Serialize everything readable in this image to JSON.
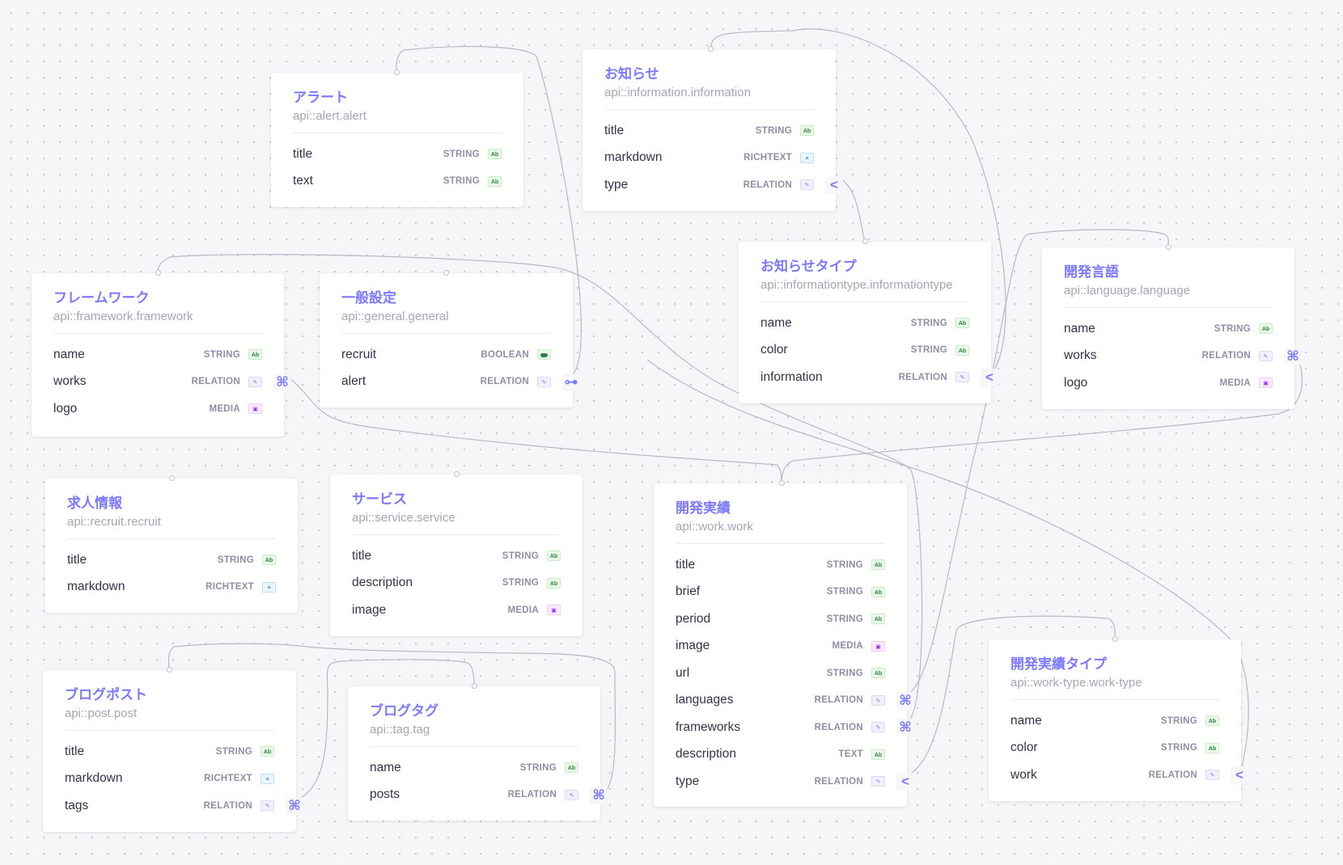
{
  "colors": {
    "accent": "#7b79ff",
    "edge": "#b8b8c4",
    "background": "#f6f6f9"
  },
  "type_badges": {
    "STRING": {
      "icon": "text-icon",
      "glyph": "Ab",
      "style": "b-text"
    },
    "TEXT": {
      "icon": "text-icon",
      "glyph": "Ab",
      "style": "b-text"
    },
    "RICHTEXT": {
      "icon": "richtext-icon",
      "glyph": "≡",
      "style": "b-rich"
    },
    "RELATION": {
      "icon": "relation-icon",
      "glyph": "✎",
      "style": "b-rel"
    },
    "MEDIA": {
      "icon": "media-icon",
      "glyph": "▣",
      "style": "b-media"
    },
    "BOOLEAN": {
      "icon": "toggle-icon",
      "glyph": "",
      "style": "b-bool"
    }
  },
  "handle_icons": {
    "many-to-many": {
      "icon": "many-to-many-icon",
      "glyph": "⌘"
    },
    "many-to-one": {
      "icon": "many-to-one-icon",
      "glyph": "<"
    },
    "one-to-one": {
      "icon": "one-to-one-icon",
      "glyph": "⊶"
    }
  },
  "cards": [
    {
      "id": "alert",
      "title": "アラート",
      "uid": "api::alert.alert",
      "fields": [
        {
          "name": "title",
          "type": "STRING"
        },
        {
          "name": "text",
          "type": "STRING"
        }
      ]
    },
    {
      "id": "information",
      "title": "お知らせ",
      "uid": "api::information.information",
      "fields": [
        {
          "name": "title",
          "type": "STRING"
        },
        {
          "name": "markdown",
          "type": "RICHTEXT"
        },
        {
          "name": "type",
          "type": "RELATION",
          "rel": "many-to-one"
        }
      ]
    },
    {
      "id": "informationtype",
      "title": "お知らせタイプ",
      "uid": "api::informationtype.informationtype",
      "fields": [
        {
          "name": "name",
          "type": "STRING"
        },
        {
          "name": "color",
          "type": "STRING"
        },
        {
          "name": "information",
          "type": "RELATION",
          "rel": "many-to-one"
        }
      ]
    },
    {
      "id": "language",
      "title": "開発言語",
      "uid": "api::language.language",
      "fields": [
        {
          "name": "name",
          "type": "STRING"
        },
        {
          "name": "works",
          "type": "RELATION",
          "rel": "many-to-many"
        },
        {
          "name": "logo",
          "type": "MEDIA"
        }
      ]
    },
    {
      "id": "framework",
      "title": "フレームワーク",
      "uid": "api::framework.framework",
      "fields": [
        {
          "name": "name",
          "type": "STRING"
        },
        {
          "name": "works",
          "type": "RELATION",
          "rel": "many-to-many"
        },
        {
          "name": "logo",
          "type": "MEDIA"
        }
      ]
    },
    {
      "id": "general",
      "title": "一般設定",
      "uid": "api::general.general",
      "fields": [
        {
          "name": "recruit",
          "type": "BOOLEAN"
        },
        {
          "name": "alert",
          "type": "RELATION",
          "rel": "one-to-one"
        }
      ]
    },
    {
      "id": "recruit",
      "title": "求人情報",
      "uid": "api::recruit.recruit",
      "fields": [
        {
          "name": "title",
          "type": "STRING"
        },
        {
          "name": "markdown",
          "type": "RICHTEXT"
        }
      ]
    },
    {
      "id": "service",
      "title": "サービス",
      "uid": "api::service.service",
      "fields": [
        {
          "name": "title",
          "type": "STRING"
        },
        {
          "name": "description",
          "type": "STRING"
        },
        {
          "name": "image",
          "type": "MEDIA"
        }
      ]
    },
    {
      "id": "work",
      "title": "開発実績",
      "uid": "api::work.work",
      "fields": [
        {
          "name": "title",
          "type": "STRING"
        },
        {
          "name": "brief",
          "type": "STRING"
        },
        {
          "name": "period",
          "type": "STRING"
        },
        {
          "name": "image",
          "type": "MEDIA"
        },
        {
          "name": "url",
          "type": "STRING"
        },
        {
          "name": "languages",
          "type": "RELATION",
          "rel": "many-to-many"
        },
        {
          "name": "frameworks",
          "type": "RELATION",
          "rel": "many-to-many"
        },
        {
          "name": "description",
          "type": "TEXT"
        },
        {
          "name": "type",
          "type": "RELATION",
          "rel": "many-to-one"
        }
      ]
    },
    {
      "id": "worktype",
      "title": "開発実績タイプ",
      "uid": "api::work-type.work-type",
      "fields": [
        {
          "name": "name",
          "type": "STRING"
        },
        {
          "name": "color",
          "type": "STRING"
        },
        {
          "name": "work",
          "type": "RELATION",
          "rel": "many-to-one"
        }
      ]
    },
    {
      "id": "post",
      "title": "ブログポスト",
      "uid": "api::post.post",
      "fields": [
        {
          "name": "title",
          "type": "STRING"
        },
        {
          "name": "markdown",
          "type": "RICHTEXT"
        },
        {
          "name": "tags",
          "type": "RELATION",
          "rel": "many-to-many"
        }
      ]
    },
    {
      "id": "tag",
      "title": "ブログタグ",
      "uid": "api::tag.tag",
      "fields": [
        {
          "name": "name",
          "type": "STRING"
        },
        {
          "name": "posts",
          "type": "RELATION",
          "rel": "many-to-many"
        }
      ]
    }
  ]
}
